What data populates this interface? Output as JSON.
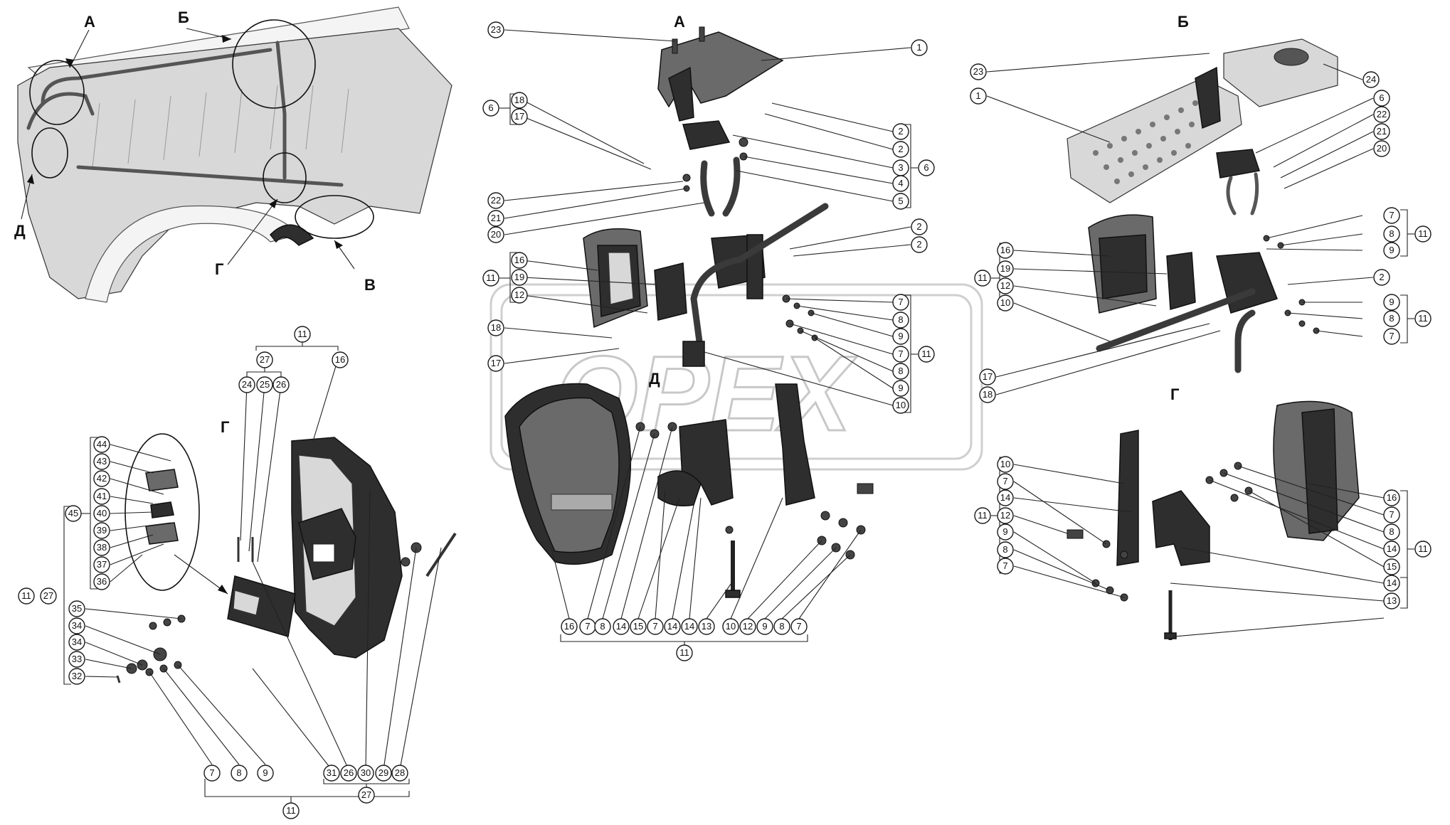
{
  "views": {
    "overview_A": "А",
    "overview_B": "Б",
    "overview_V": "В",
    "overview_G": "Г",
    "overview_D": "Д",
    "detail_A": "А",
    "detail_B": "Б",
    "detail_G_left": "Г",
    "detail_G_right": "Г",
    "detail_D": "Д"
  },
  "watermark": "OPEX",
  "callouts_A": [
    "23",
    "1",
    "18",
    "17",
    "6",
    "2",
    "2",
    "3",
    "6",
    "4",
    "22",
    "21",
    "5",
    "20",
    "2",
    "2",
    "16",
    "11",
    "19",
    "12",
    "7",
    "8",
    "9",
    "7",
    "11",
    "18",
    "8",
    "17",
    "9",
    "10"
  ],
  "callouts_B": [
    "23",
    "24",
    "1",
    "6",
    "22",
    "21",
    "20",
    "7",
    "8",
    "11",
    "9",
    "16",
    "11",
    "19",
    "12",
    "2",
    "10",
    "9",
    "8",
    "11",
    "7",
    "17",
    "18"
  ],
  "callouts_G_left": [
    "11",
    "27",
    "16",
    "24",
    "25",
    "26",
    "44",
    "43",
    "42",
    "41",
    "45",
    "40",
    "39",
    "38",
    "37",
    "36",
    "11",
    "27",
    "35",
    "34",
    "34",
    "33",
    "32",
    "7",
    "8",
    "9",
    "31",
    "26",
    "30",
    "29",
    "28",
    "27",
    "11"
  ],
  "callouts_D": [
    "16",
    "7",
    "8",
    "14",
    "15",
    "7",
    "14",
    "14",
    "13",
    "10",
    "12",
    "9",
    "8",
    "7",
    "11"
  ],
  "callouts_G_right": [
    "10",
    "7",
    "14",
    "11",
    "12",
    "9",
    "8",
    "7",
    "16",
    "7",
    "8",
    "14",
    "11",
    "15",
    "14",
    "13"
  ]
}
